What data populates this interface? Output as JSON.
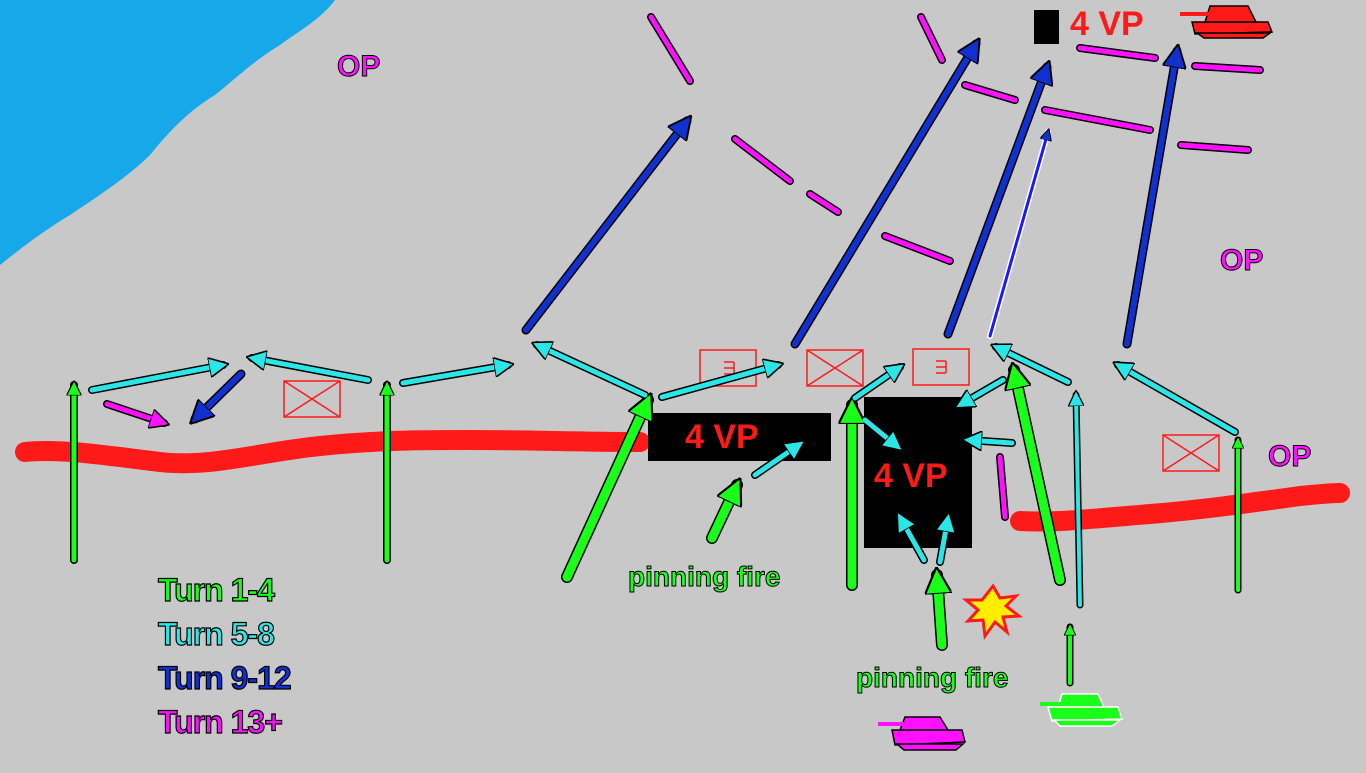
{
  "colors": {
    "turn_1_4": "#1aff1a",
    "turn_5_8": "#2be6e6",
    "turn_9_12": "#1030d0",
    "turn_13_plus": "#ff10ff",
    "road": "#ff1a1a",
    "water": "#16a8e8",
    "ground": "#c8c8c8",
    "vp_text": "#ff1a1a",
    "building": "#000000"
  },
  "labels": {
    "op": "OP",
    "vp": "4 VP",
    "pinning_fire": "pinning fire"
  },
  "legend": [
    {
      "text": "Turn 1-4",
      "color": "#1aff1a"
    },
    {
      "text": "Turn 5-8",
      "color": "#2be6e6"
    },
    {
      "text": "Turn 9-12",
      "color": "#1030d0"
    },
    {
      "text": "Turn 13+",
      "color": "#ff10ff"
    }
  ],
  "icons": {
    "enemy_unit": "crossed-box-icon",
    "enemy_position": "bracket-e-icon",
    "explosion": "explosion-icon",
    "tank": "tank-icon"
  }
}
